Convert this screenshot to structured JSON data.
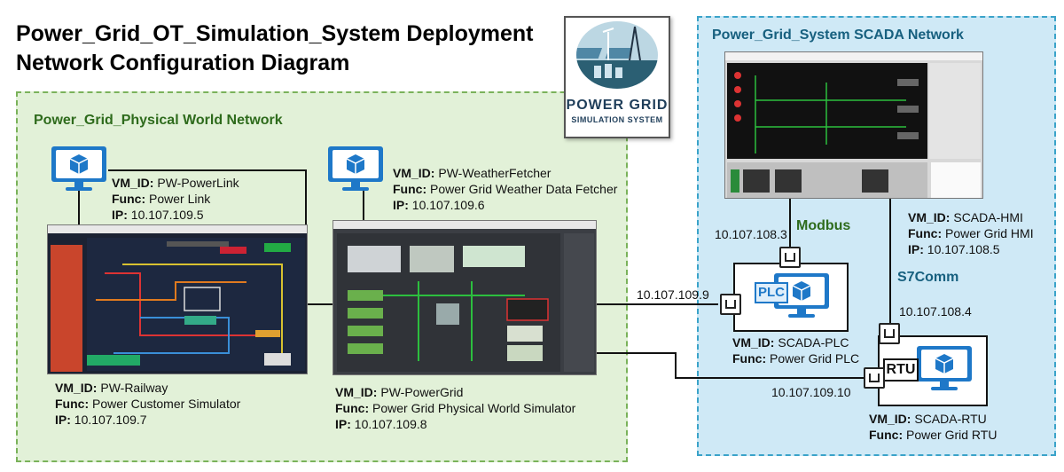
{
  "title": {
    "line1": "Power_Grid_OT_Simulation_System Deployment",
    "line2": "Network Configuration Diagram"
  },
  "zones": {
    "physical": "Power_Grid_Physical World Network",
    "scada": "Power_Grid_System SCADA Network"
  },
  "logo": {
    "title": "POWER GRID",
    "subtitle": "SIMULATION SYSTEM"
  },
  "field_labels": {
    "vm_id": "VM_ID",
    "func": "Func",
    "ip": "IP"
  },
  "nodes": {
    "powerlink": {
      "vm_id": "PW-PowerLink",
      "func": "Power Link",
      "ip": "10.107.109.5"
    },
    "weather": {
      "vm_id": "PW-WeatherFetcher",
      "func": "Power Grid Weather Data Fetcher",
      "ip": "10.107.109.6"
    },
    "railway": {
      "vm_id": "PW-Railway",
      "func": "Power Customer Simulator",
      "ip": "10.107.109.7"
    },
    "powergrid": {
      "vm_id": "PW-PowerGrid",
      "func": "Power Grid Physical World Simulator",
      "ip": "10.107.109.8"
    },
    "hmi": {
      "vm_id": "SCADA-HMI",
      "func": "Power Grid HMI",
      "ip": "10.107.108.5"
    },
    "plc": {
      "vm_id": "SCADA-PLC",
      "func": "Power Grid PLC",
      "tag": "PLC"
    },
    "rtu": {
      "vm_id": "SCADA-RTU",
      "func": "Power Grid RTU",
      "tag": "RTU"
    }
  },
  "links": {
    "modbus": "Modbus",
    "s7comm": "S7Comm",
    "ip_hmi_plc": "10.107.108.3",
    "ip_plc_phys": "10.107.109.9",
    "ip_hmi_rtu": "10.107.108.4",
    "ip_rtu_phys": "10.107.109.10"
  },
  "colors": {
    "physical_zone": "#e2f1d8",
    "scada_zone": "#cfe9f6",
    "physical_label": "#2e6b1c",
    "scada_label": "#17607f",
    "vm_icon": "#1e78c8"
  }
}
